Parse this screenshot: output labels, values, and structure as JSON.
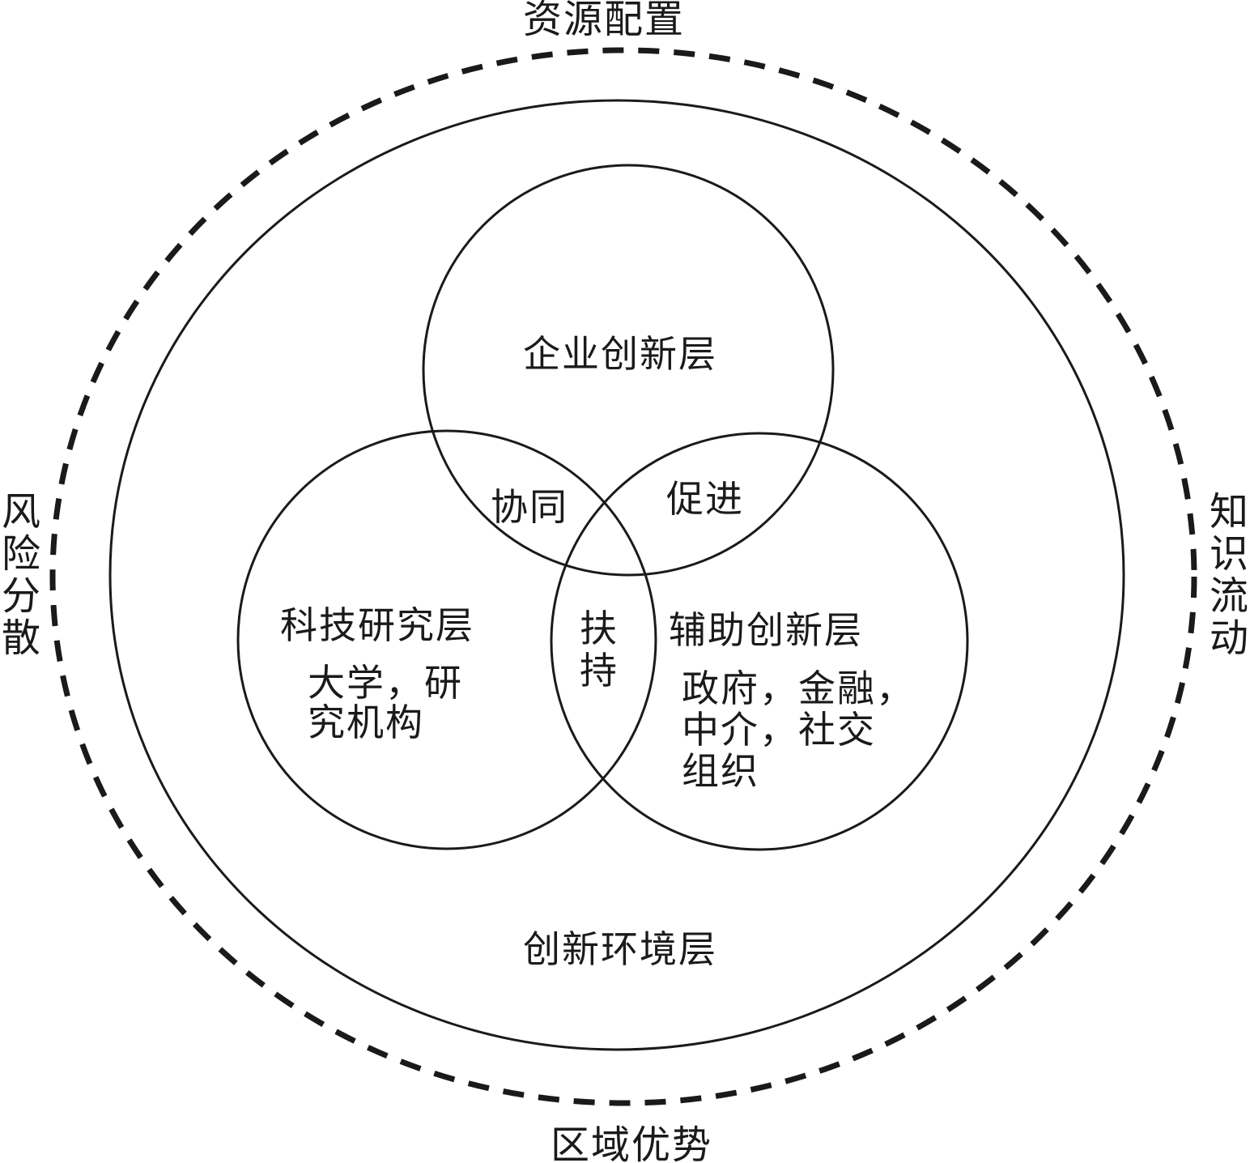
{
  "outer_labels": {
    "top": "资源配置",
    "bottom": "区域优势",
    "left": [
      "风",
      "险",
      "分",
      "散"
    ],
    "right": [
      "知",
      "识",
      "流",
      "动"
    ]
  },
  "environment_layer": "创新环境层",
  "enterprise_layer": "企业创新层",
  "research_layer": {
    "title": "科技研究层",
    "members": [
      "大学，研",
      "究机构"
    ]
  },
  "auxiliary_layer": {
    "title": "辅助创新层",
    "members": [
      "政府，金融，",
      "中介，社交",
      "组织"
    ]
  },
  "relations": {
    "enterprise_research": "协同",
    "enterprise_auxiliary": "促进",
    "research_auxiliary": [
      "扶",
      "持"
    ]
  }
}
